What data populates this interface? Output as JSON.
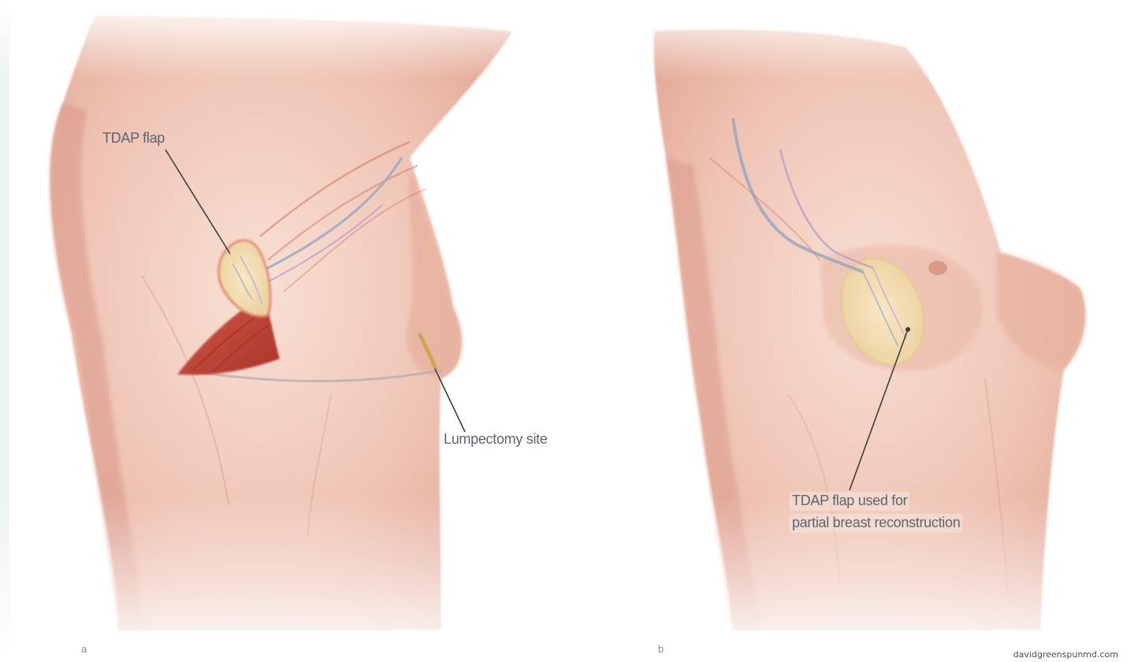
{
  "panel_a": {
    "label_flap": "TDAP flap",
    "label_site": "Lumpectomy site",
    "letter": "a"
  },
  "panel_b": {
    "label_flap_line1": "TDAP flap used for",
    "label_flap_line2": "partial breast reconstruction",
    "letter": "b"
  },
  "credit": "davidgreenspunmd.com",
  "colors": {
    "skin_light": "#f6d9cd",
    "skin_mid": "#eab7a6",
    "skin_shadow": "#d98f7e",
    "muscle": "#c2473a",
    "flap_fat": "#f3dcae",
    "vessel_blue": "#9aa6c4",
    "vessel_purple": "#b9a0cf"
  }
}
